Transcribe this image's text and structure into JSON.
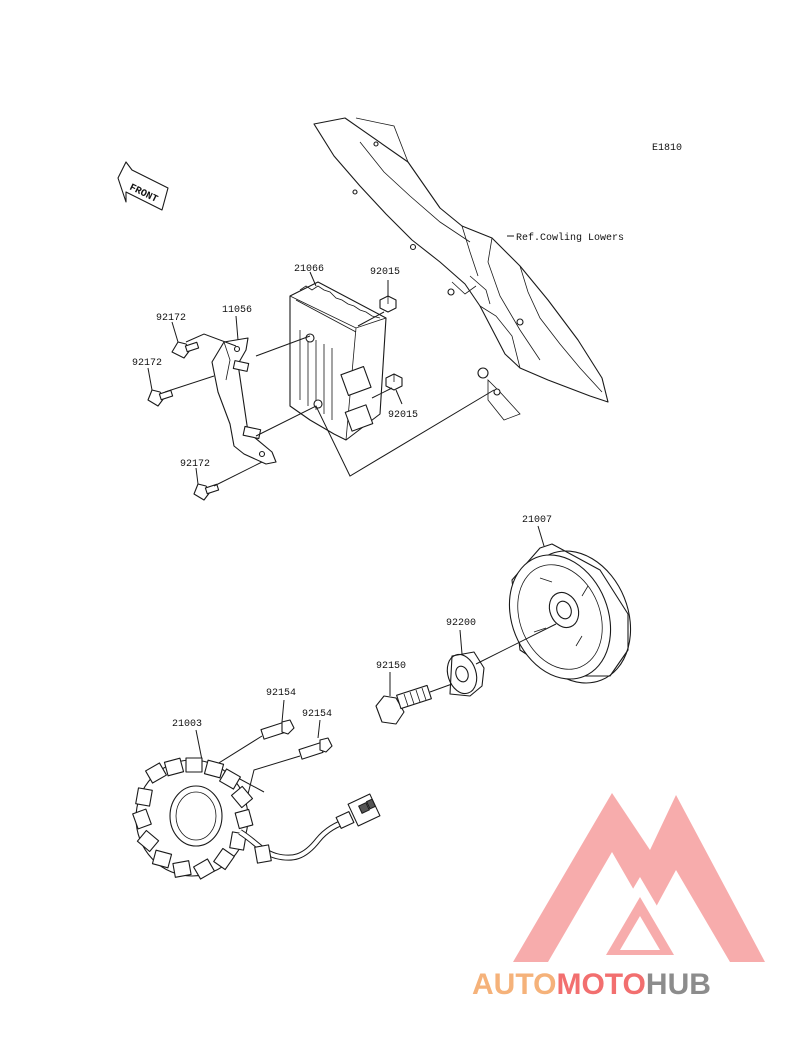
{
  "diagram_code": "E1810",
  "direction_arrow": "FRONT",
  "reference_note": "Ref.Cowling Lowers",
  "part_labels": {
    "regulator": "21066",
    "bracket": "11056",
    "bolt_a": "92172",
    "bolt_b": "92172",
    "bolt_c": "92172",
    "nut_upper": "92015",
    "nut_lower": "92015",
    "rotor": "21007",
    "washer": "92200",
    "rotor_bolt": "92150",
    "stator": "21003",
    "stator_bolt_a": "92154",
    "stator_bolt_b": "92154"
  },
  "watermark": {
    "part1": "AUTO",
    "part2": "MOTO",
    "part3": "HUB",
    "colors": {
      "orange": "#f5b27a",
      "red": "#f26f6f",
      "gray": "#8c8c8c"
    }
  }
}
